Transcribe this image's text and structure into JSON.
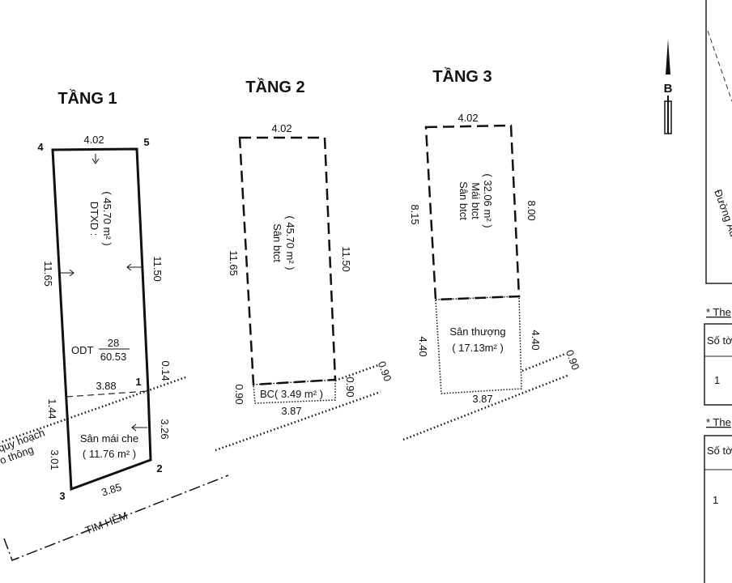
{
  "floors": [
    {
      "title": "TẦNG 1",
      "top_width": "4.02",
      "left_length": "11.65",
      "right_length": "11.50",
      "area_label": "DTXD :",
      "area_value": "( 45.70 m² )",
      "land_type": "ODT",
      "parcel_number": "28",
      "parcel_area": "60.53",
      "cut_width": "3.88",
      "corner_offset": "0.14",
      "left_segment": "1.44",
      "right_segment": "3.26",
      "lower_left": "3.01",
      "bottom_width": "3.85",
      "covered_yard_label": "Sân mái che",
      "covered_yard_area": "( 11.76 m² )",
      "corners": [
        "1",
        "2",
        "3",
        "4",
        "5"
      ],
      "planning_line_text_1": "quy hoạch",
      "planning_line_text_2": "o thông",
      "alley_center": "TIM HẺM"
    },
    {
      "title": "TẦNG 2",
      "top_width": "4.02",
      "left_length": "11.65",
      "right_length": "11.50",
      "slab_label": "Sân btct",
      "slab_area": "( 45.70 m² )",
      "balcony": "BC( 3.49 m² )",
      "balcony_depth_left": "0.90",
      "balcony_depth_right": "0.90",
      "balcony_width": "3.87",
      "setback": "0.90"
    },
    {
      "title": "TẦNG 3",
      "top_width": "4.02",
      "left_length": "8.15",
      "right_length": "8.00",
      "slab_label_1": "Sân btct",
      "slab_label_2": "Mái btct",
      "slab_area": "( 32.06 m² )",
      "terrace_label": "Sân thượng",
      "terrace_area": "( 17.13m² )",
      "terrace_left": "4.40",
      "terrace_right": "4.40",
      "terrace_width": "3.87",
      "setback": "0.90"
    }
  ],
  "north_arrow": "B",
  "location_map": {
    "road": "Đường Âu Cơ"
  },
  "tables": [
    {
      "heading": "* The",
      "header": "Số tờ",
      "cell": "1"
    },
    {
      "heading": "* The",
      "header": "Số tờ",
      "cell": "1"
    }
  ]
}
